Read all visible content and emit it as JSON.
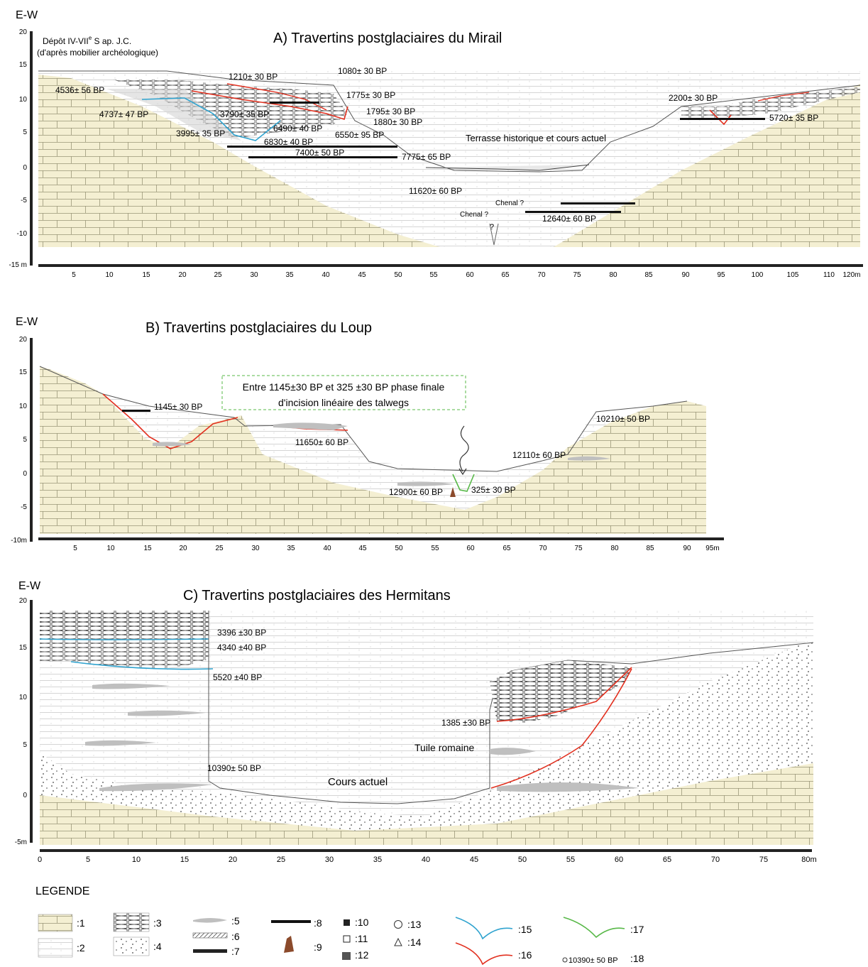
{
  "panel_a": {
    "orientation": "E-W",
    "title": "A) Travertins postglaciaires du Mirail",
    "note_line1": "Dépôt IV-VII",
    "note_sup": "e",
    "note_suffix": " S ap. J.C.",
    "note_line2": "(d'après mobilier archéologique)",
    "y_ticks": [
      "20",
      "15",
      "10",
      "5",
      "0",
      "-5",
      "-10",
      "-15 m"
    ],
    "x_ticks": [
      "5",
      "10",
      "15",
      "20",
      "25",
      "30",
      "35",
      "40",
      "45",
      "50",
      "55",
      "60",
      "65",
      "70",
      "75",
      "80",
      "85",
      "90",
      "95",
      "100",
      "105",
      "110",
      "120m"
    ],
    "labels": [
      "1210± 30 BP",
      "1080± 30 BP",
      "4536± 56 BP",
      "1775± 30 BP",
      "4737± 47 BP",
      "1795± 30 BP",
      "3790± 35 BP",
      "1880± 30 BP",
      "6490± 40 BP",
      "3995± 35 BP",
      "6550± 95 BP",
      "6830± 40 BP",
      "7400± 50 BP",
      "7775± 65 BP",
      "2200± 30 BP",
      "5720± 35 BP",
      "11620± 60 BP",
      "12640± 60 BP"
    ],
    "terrace": "Terrasse historique et cours actuel",
    "chenal1": "Chenal ?",
    "chenal2": "Chenal ?",
    "question": "?"
  },
  "panel_b": {
    "orientation": "E-W",
    "title": "B) Travertins postglaciaires du Loup",
    "y_ticks": [
      "20",
      "15",
      "10",
      "5",
      "0",
      "-5",
      "-10m"
    ],
    "x_ticks": [
      "5",
      "10",
      "15",
      "20",
      "25",
      "30",
      "35",
      "40",
      "45",
      "50",
      "55",
      "60",
      "65",
      "70",
      "75",
      "80",
      "85",
      "90",
      "95m"
    ],
    "box_line1": "Entre 1145±30 BP et 325 ±30 BP phase finale",
    "box_line2": "d'incision linéaire des talwegs",
    "labels": [
      "1145± 30 BP",
      "11650± 60 BP",
      "10210± 50 BP",
      "12110± 60 BP",
      "12900± 60 BP",
      "325± 30 BP"
    ]
  },
  "panel_c": {
    "orientation": "E-W",
    "title": "C) Travertins postglaciaires des Hermitans",
    "y_ticks": [
      "20",
      "15",
      "10",
      "5",
      "0",
      "-5m"
    ],
    "x_ticks": [
      "0",
      "5",
      "10",
      "15",
      "20",
      "25",
      "30",
      "35",
      "40",
      "45",
      "50",
      "55",
      "60",
      "65",
      "70",
      "75",
      "80m"
    ],
    "labels": [
      "3396 ±30 BP",
      "4340 ±40 BP",
      "5520 ±40 BP",
      "10390± 50 BP",
      "1385 ±30 BP"
    ],
    "tuile": "Tuile romaine",
    "cours": "Cours actuel"
  },
  "legend": {
    "title": "LEGENDE",
    "items": [
      ":1",
      ":2",
      ":3",
      ":4",
      ":5",
      ":6",
      ":7",
      ":8",
      ":9",
      ":10",
      ":11",
      ":12",
      ":13",
      ":14",
      ":15",
      ":16",
      ":17",
      ":18"
    ],
    "item18_value": "10390± 50 BP"
  },
  "colors": {
    "limestone": "#f4efd2",
    "blue_line": "#2fa3cf",
    "red_line": "#e2301f",
    "green_line": "#57b847",
    "grey_lens": "#bfbfbf"
  }
}
